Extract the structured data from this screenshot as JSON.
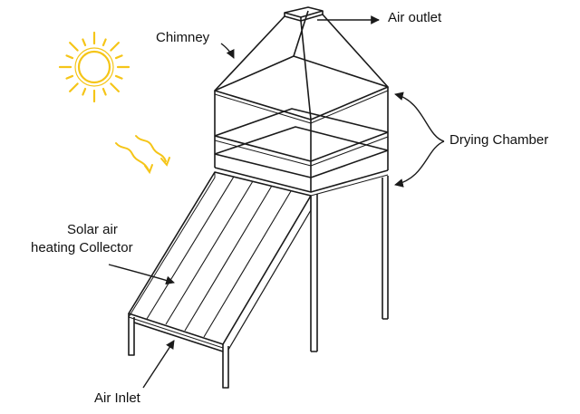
{
  "labels": {
    "chimney": "Chimney",
    "air_outlet": "Air outlet",
    "drying_chamber": "Drying Chamber",
    "collector_line1": "Solar air",
    "collector_line2": "heating Collector",
    "air_inlet": "Air Inlet"
  },
  "icons": {
    "sun": "sun-icon",
    "sun_rays": "heat-rays-icon"
  },
  "colors": {
    "line": "#1a1a1a",
    "sun": "#f5c518"
  }
}
